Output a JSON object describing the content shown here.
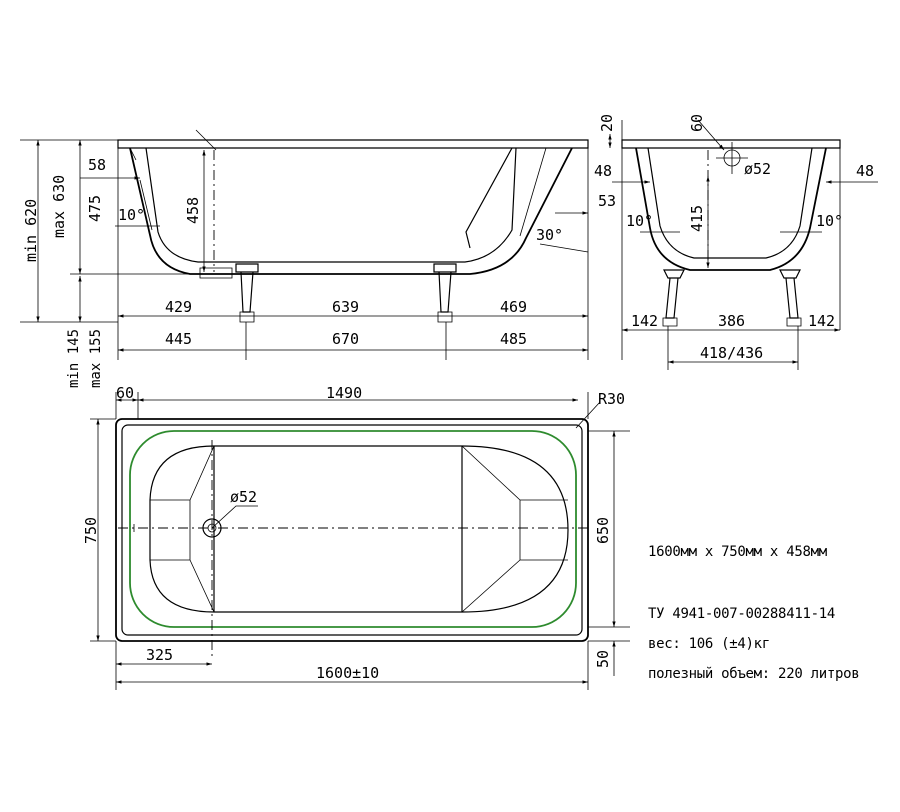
{
  "side_view": {
    "height_label": "max 630",
    "height_label_min": "min 620",
    "depth_475": "475",
    "depth_458": "458",
    "rim_58": "58",
    "angle_10": "10°",
    "angle_30": "30°",
    "dim_53": "53",
    "leg_spacing_top": [
      "429",
      "639",
      "469"
    ],
    "leg_spacing_bottom": [
      "445",
      "670",
      "485"
    ],
    "leg_height_min": "min 145",
    "leg_height_max": "max 155"
  },
  "end_view": {
    "rim_20": "20",
    "dim_60": "60",
    "drain_dia": "ø52",
    "rim_48_left": "48",
    "rim_48_right": "48",
    "depth_415": "415",
    "angle_left": "10°",
    "angle_right": "10°",
    "feet": [
      "142",
      "386",
      "142"
    ],
    "width_range": "418/436"
  },
  "top_view": {
    "rim_60": "60",
    "inner_length": "1490",
    "corner_radius": "R30",
    "width": "750",
    "inner_width": "650",
    "drain_dia": "ø52",
    "drain_offset": "325",
    "overall_length": "1600±10",
    "rim_50": "50"
  },
  "specs": {
    "dimensions": "1600мм x 750мм x 458мм",
    "standard": "ТУ 4941-007-00288411-14",
    "weight": "вес: 106 (±4)кг",
    "volume": "полезный объем: 220 литров"
  }
}
